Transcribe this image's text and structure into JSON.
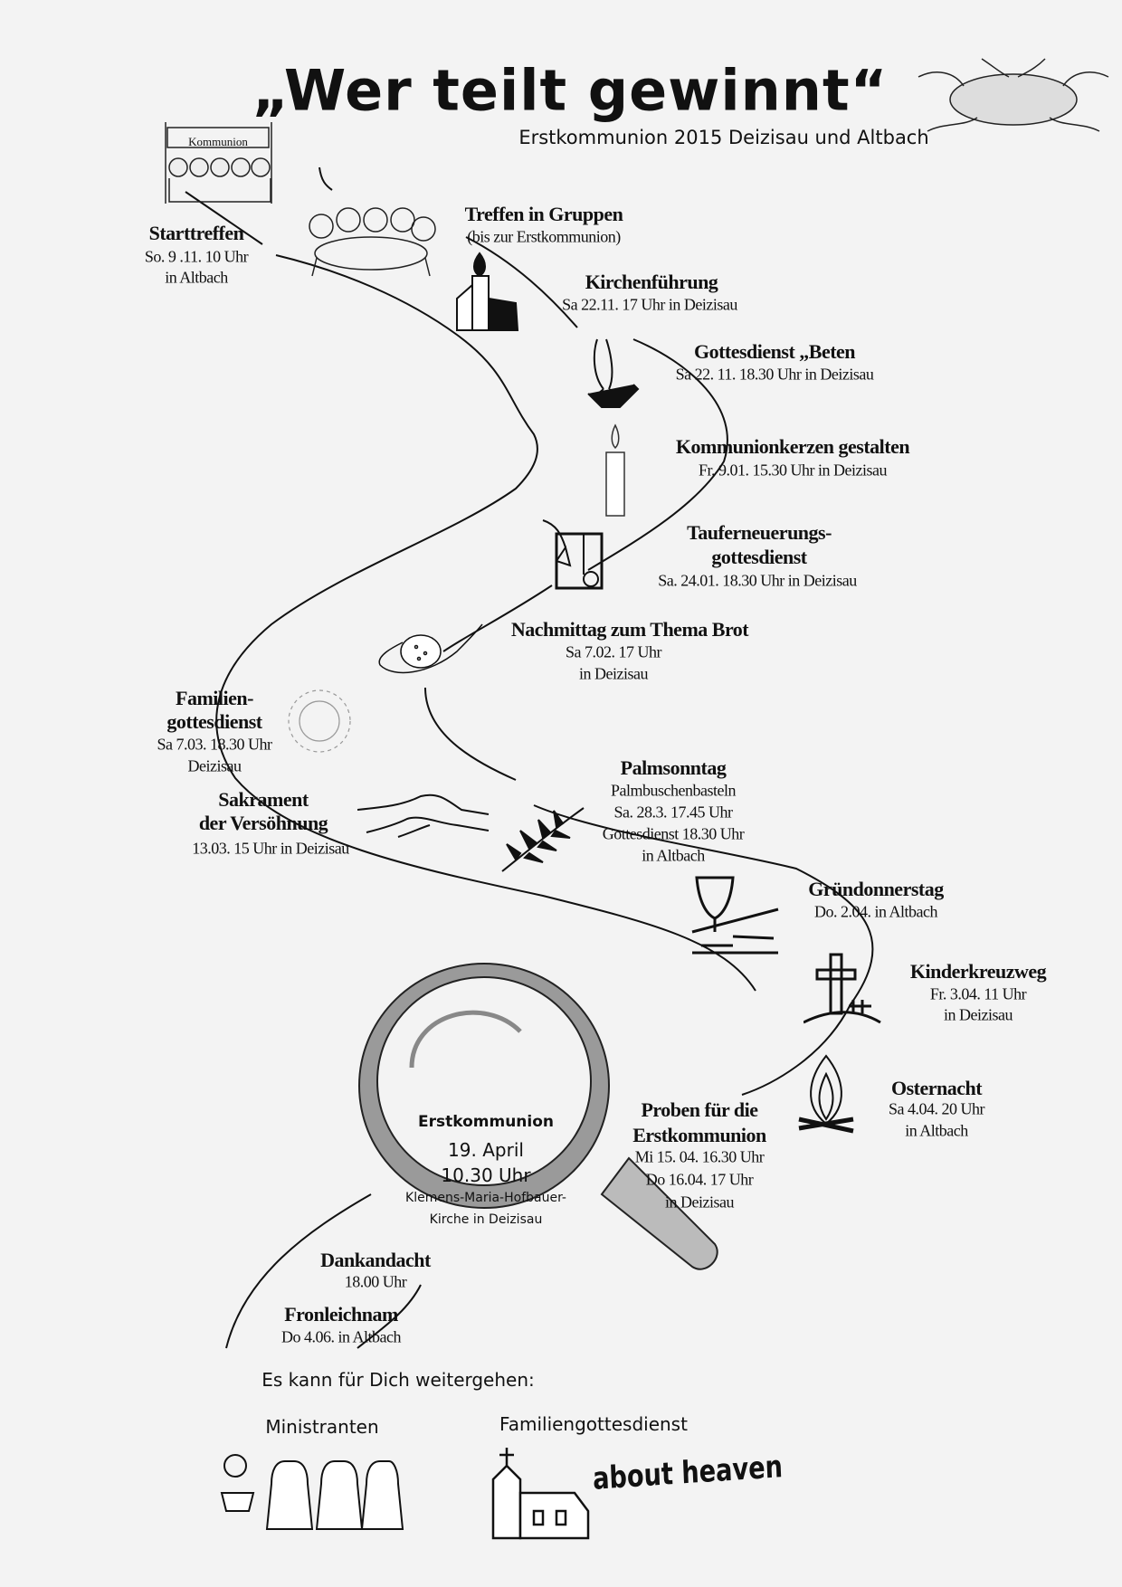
{
  "header": {
    "title": "„Wer teilt gewinnt“",
    "subtitle": "Erstkommunion 2015 Deizisau und Altbach",
    "banner_label": "Kommunion"
  },
  "events": {
    "starttreffen": {
      "title": "Starttreffen",
      "lines": [
        "So. 9 .11. 10 Uhr",
        "in Altbach"
      ]
    },
    "gruppen": {
      "title": "Treffen in Gruppen",
      "lines": [
        "(bis  zur Erstkommunion)"
      ]
    },
    "kirchenfuehrung": {
      "title": "Kirchenführung",
      "lines": [
        "Sa 22.11. 17 Uhr in Deizisau"
      ]
    },
    "beten": {
      "title": "Gottesdienst „Beten",
      "lines": [
        "Sa 22. 11.  18.30 Uhr in Deizisau"
      ]
    },
    "kerzen": {
      "title": "Kommunionkerzen gestalten",
      "lines": [
        "Fr. 9.01. 15.30 Uhr in Deizisau"
      ]
    },
    "tauf": {
      "title": [
        "Tauferneuerungs-",
        "gottesdienst"
      ],
      "lines": [
        "Sa. 24.01. 18.30 Uhr in Deizisau"
      ]
    },
    "brot": {
      "title": "Nachmittag zum Thema Brot",
      "lines": [
        "Sa 7.02. 17 Uhr",
        "in Deizisau"
      ]
    },
    "familien": {
      "title": [
        "Familien-",
        "gottesdienst"
      ],
      "lines": [
        "Sa 7.03.  18.30 Uhr",
        "Deizisau"
      ]
    },
    "sakrament": {
      "title": [
        "Sakrament",
        "der Versöhnung"
      ],
      "lines": [
        "13.03.   15 Uhr in Deizisau"
      ]
    },
    "palm": {
      "title": "Palmsonntag",
      "lines": [
        "Palmbuschenbasteln",
        "Sa. 28.3. 17.45 Uhr",
        "Gottesdienst 18.30 Uhr",
        "in Altbach"
      ]
    },
    "gruendonnerstag": {
      "title": "Gründonnerstag",
      "lines": [
        "Do. 2.04. in Altbach"
      ]
    },
    "kreuzweg": {
      "title": "Kinderkreuzweg",
      "lines": [
        "Fr. 3.04. 11 Uhr",
        "in Deizisau"
      ]
    },
    "osternacht": {
      "title": "Osternacht",
      "lines": [
        "Sa 4.04. 20 Uhr",
        "in Altbach"
      ]
    },
    "proben": {
      "title": [
        "Proben für die",
        "Erstkommunion"
      ],
      "lines": [
        "Mi 15. 04. 16.30 Uhr",
        "Do 16.04. 17 Uhr",
        "in Deizisau"
      ]
    },
    "erstkommunion": {
      "lines": [
        "Erstkommunion",
        "19. April",
        "10.30 Uhr",
        "Klemens-Maria-Hofbauer-",
        "Kirche in Deizisau"
      ]
    },
    "dankandacht": {
      "title": "Dankandacht",
      "lines": [
        "18.00 Uhr"
      ]
    },
    "fronleichnam": {
      "title": "Fronleichnam",
      "lines": [
        "Do 4.06. in Altbach"
      ]
    }
  },
  "footer": {
    "heading": "Es kann für Dich weitergehen:",
    "ministranten": "Ministranten",
    "familiengottesdienst": "Familiengottesdienst",
    "about_heaven": "about heaven"
  }
}
